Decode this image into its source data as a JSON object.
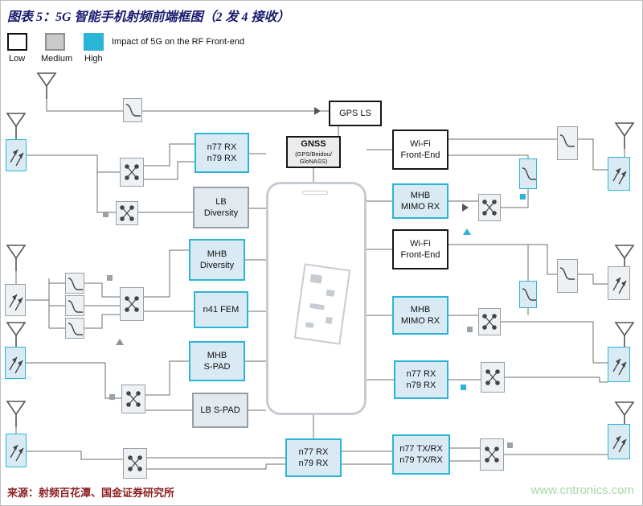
{
  "title": "图表 5：5G 智能手机射频前端框图（2 发 4 接收）",
  "legend": {
    "caption": "Impact of 5G on the RF Front-end",
    "items": [
      {
        "label": "Low"
      },
      {
        "label": "Medium"
      },
      {
        "label": "High"
      }
    ]
  },
  "colors": {
    "impact_low_border": "#161616",
    "impact_medium": "#97a0a8",
    "impact_high": "#2ab5d6",
    "title_text": "#191a6e",
    "source_text": "#8b2121",
    "watermark_text": "#a9d8a6"
  },
  "blocks": {
    "gps_ls": {
      "lines": [
        "GPS LS"
      ],
      "impact": "low"
    },
    "gnss": {
      "lines": [
        "GNSS",
        "(GPS/Beidou/",
        "GloNASS)"
      ],
      "impact": "low"
    },
    "n77_n79_rx_left": {
      "lines": [
        "n77 RX",
        "n79 RX"
      ],
      "impact": "high"
    },
    "lb_diversity": {
      "lines": [
        "LB",
        "Diversity"
      ],
      "impact": "medium"
    },
    "mhb_diversity": {
      "lines": [
        "MHB",
        "Diversity"
      ],
      "impact": "high"
    },
    "n41_fem": {
      "lines": [
        "n41 FEM"
      ],
      "impact": "high"
    },
    "mhb_s_pad": {
      "lines": [
        "MHB",
        "S-PAD"
      ],
      "impact": "high"
    },
    "lb_s_pad": {
      "lines": [
        "LB S-PAD"
      ],
      "impact": "medium"
    },
    "n77_n79_rx_bottom": {
      "lines": [
        "n77 RX",
        "n79 RX"
      ],
      "impact": "high"
    },
    "wifi_front_end_top": {
      "lines": [
        "Wi-Fi",
        "Front-End"
      ],
      "impact": "low"
    },
    "mhb_mimo_rx_top": {
      "lines": [
        "MHB",
        "MIMO RX"
      ],
      "impact": "high"
    },
    "wifi_front_end_bottom": {
      "lines": [
        "Wi-Fi",
        "Front-End"
      ],
      "impact": "low"
    },
    "mhb_mimo_rx_bottom": {
      "lines": [
        "MHB",
        "MIMO RX"
      ],
      "impact": "high"
    },
    "n77_n79_rx_right": {
      "lines": [
        "n77 RX",
        "n79 RX"
      ],
      "impact": "high"
    },
    "n77_n79_txrx": {
      "lines": [
        "n77 TX/RX",
        "n79 TX/RX"
      ],
      "impact": "high"
    }
  },
  "footer": {
    "source": "来源：射频百花潭、国金证券研究所",
    "watermark": "www.cntronics.com"
  }
}
